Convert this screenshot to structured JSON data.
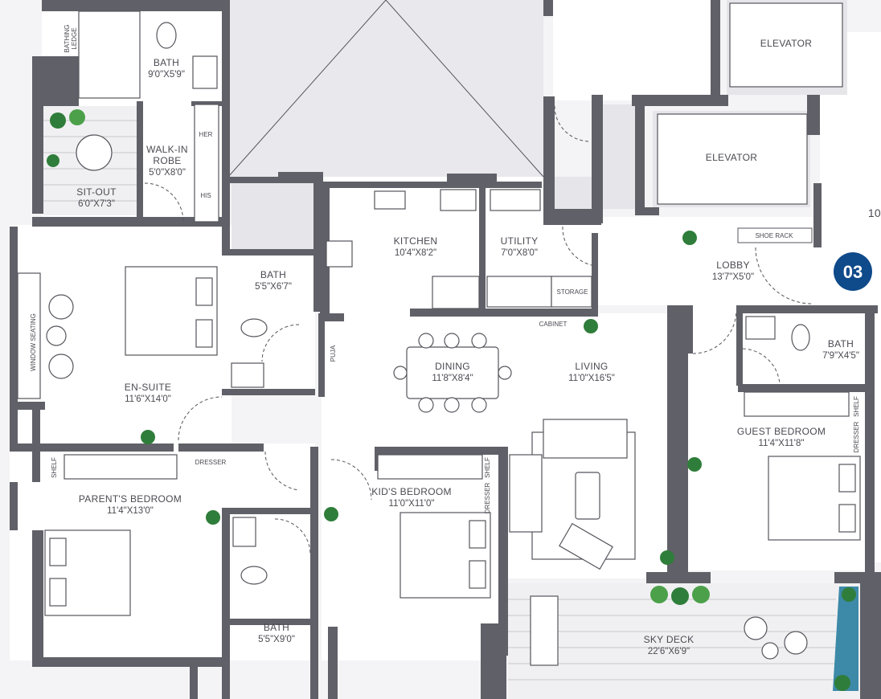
{
  "floor_plan": {
    "unit_badge": "03",
    "partial_label": "10",
    "rooms": [
      {
        "id": "bath-top",
        "name": "BATH",
        "size": "9'0\"X5'9\""
      },
      {
        "id": "walk-in-robe",
        "name_line1": "WALK-IN",
        "name_line2": "ROBE",
        "size": "5'0\"X8'0\""
      },
      {
        "id": "sit-out",
        "name": "SIT-OUT",
        "size": "6'0\"X7'3\""
      },
      {
        "id": "en-suite",
        "name": "EN-SUITE",
        "size": "11'6\"X14'0\""
      },
      {
        "id": "bath-ensuite",
        "name": "BATH",
        "size": "5'5\"X6'7\""
      },
      {
        "id": "kitchen",
        "name": "KITCHEN",
        "size": "10'4\"X8'2\""
      },
      {
        "id": "utility",
        "name": "UTILITY",
        "size": "7'0\"X8'0\""
      },
      {
        "id": "lobby",
        "name": "LOBBY",
        "size": "13'7\"X5'0\""
      },
      {
        "id": "dining",
        "name": "DINING",
        "size": "11'8\"X8'4\""
      },
      {
        "id": "living",
        "name": "LIVING",
        "size": "11'0\"X16'5\""
      },
      {
        "id": "bath-guest",
        "name": "BATH",
        "size": "7'9\"X4'5\""
      },
      {
        "id": "guest-bedroom",
        "name": "GUEST BEDROOM",
        "size": "11'4\"X11'8\""
      },
      {
        "id": "parents-bedroom",
        "name": "PARENT'S BEDROOM",
        "size": "11'4\"X13'0\""
      },
      {
        "id": "kids-bedroom",
        "name": "KID'S BEDROOM",
        "size": "11'0\"X11'0\""
      },
      {
        "id": "bath-bottom",
        "name": "BATH",
        "size": "5'5\"X9'0\""
      },
      {
        "id": "sky-deck",
        "name": "SKY DECK",
        "size": "22'6\"X6'9\""
      }
    ],
    "fixtures": {
      "elevator_1": "ELEVATOR",
      "elevator_2": "ELEVATOR",
      "shoe_rack": "SHOE RACK",
      "storage": "STORAGE",
      "cabinet": "CABINET",
      "puja": "PUJA",
      "window_seating": "WINDOW SEATING",
      "bathing_ledge_1": "BATHING",
      "bathing_ledge_2": "LEDGE",
      "her": "HER",
      "his": "HIS",
      "dresser_parent": "DRESSER",
      "shelf_parent": "SHELF",
      "dresser_kid": "DRESSER",
      "shelf_kid": "SHELF",
      "dresser_guest": "DRESSER",
      "shelf_guest": "SHELF"
    },
    "colors": {
      "wall": "#606068",
      "floor": "#ffffff",
      "badge": "#0f4a8a",
      "plant": "#2f7d3a",
      "water": "#3d89a8"
    }
  }
}
